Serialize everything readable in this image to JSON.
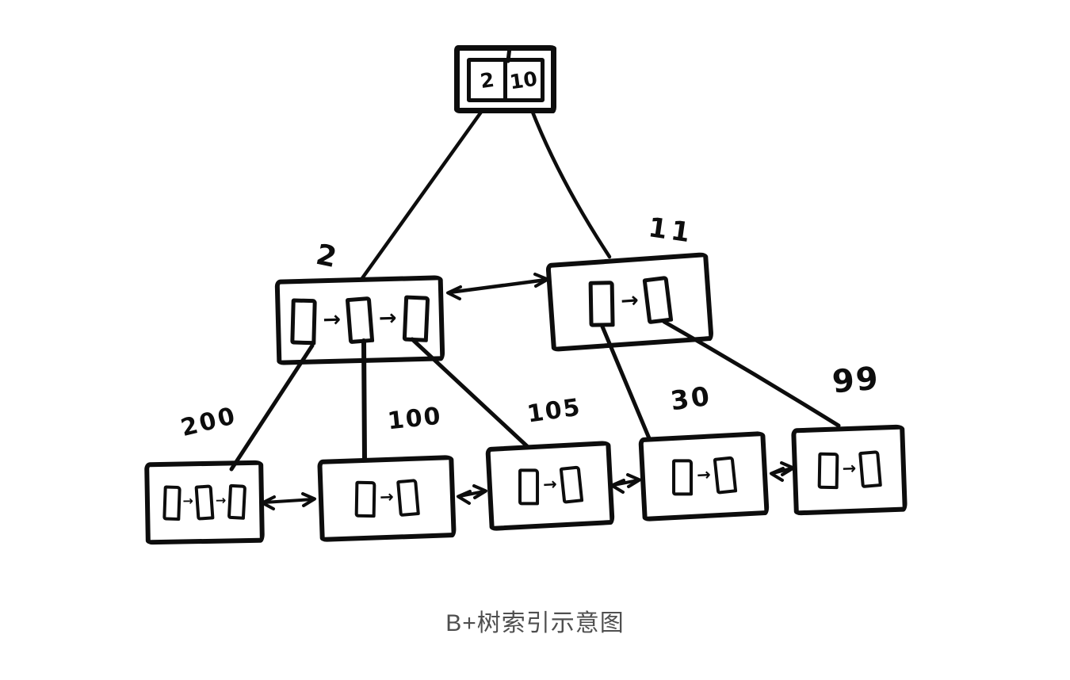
{
  "caption": "B+树索引示意图",
  "glyphs": {
    "record_arrow": "→"
  },
  "colors": {
    "ink": "#0d0d0d",
    "caption_text": "#4f4f4f",
    "background": "#ffffff"
  },
  "tree": {
    "root": {
      "keys": [
        "2",
        "10"
      ]
    },
    "internal_nodes": [
      {
        "label": "2",
        "cells": 3
      },
      {
        "label": "11",
        "cells": 2
      }
    ],
    "leaf_nodes": [
      {
        "label": "200",
        "cells": 3
      },
      {
        "label": "100",
        "cells": 2
      },
      {
        "label": "105",
        "cells": 2
      },
      {
        "label": "30",
        "cells": 2
      },
      {
        "label": "99",
        "cells": 2
      }
    ]
  }
}
